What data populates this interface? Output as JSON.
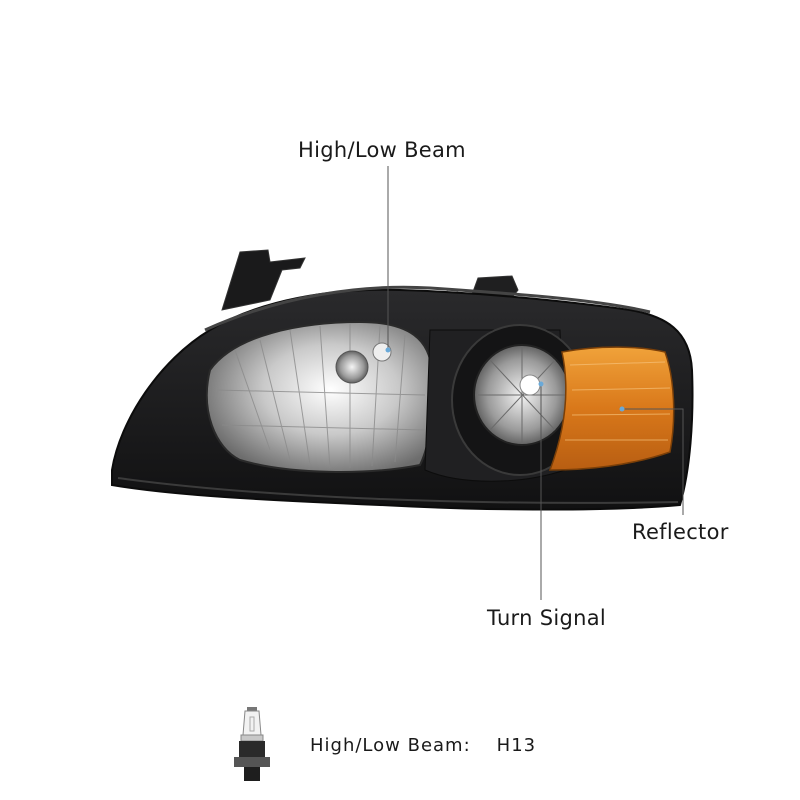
{
  "callouts": {
    "high_low_beam": "High/Low Beam",
    "turn_signal": "Turn Signal",
    "reflector": "Reflector"
  },
  "spec": {
    "label": "High/Low Beam:",
    "value": "H13",
    "icon": "bulb-icon"
  },
  "colors": {
    "housing": "#1c1c1e",
    "amber": "#e08a1a",
    "chrome": "#d9d9d9",
    "indicator_dot": "#6aa9d8"
  }
}
